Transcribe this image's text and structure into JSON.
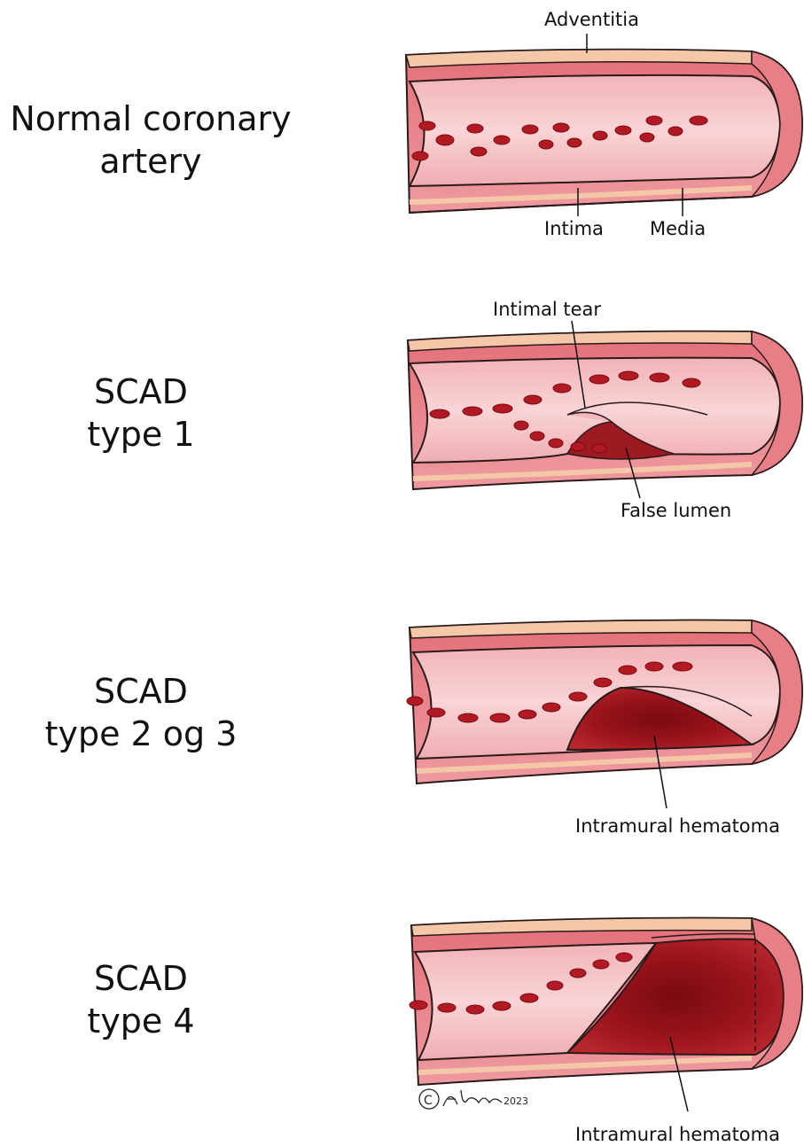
{
  "rows": [
    {
      "title_line1": "Normal coronary",
      "title_line2": "artery",
      "labels": {
        "top": "Adventitia",
        "bottom_left": "Intima",
        "bottom_right": "Media"
      }
    },
    {
      "title_line1": "SCAD",
      "title_line2": "type 1",
      "labels": {
        "top": "Intimal tear",
        "bottom": "False lumen"
      }
    },
    {
      "title_line1": "SCAD",
      "title_line2": "type 2 og 3",
      "labels": {
        "bottom": "Intramural hematoma"
      }
    },
    {
      "title_line1": "SCAD",
      "title_line2": "type 4",
      "labels": {
        "bottom": "Intramural hematoma"
      }
    }
  ],
  "signature": "©Aippho 2023",
  "colors": {
    "wall": "#e77f86",
    "lumen": "#f6c6c9",
    "blood": "#b11a22",
    "hematoma": "#8e1118",
    "outline": "#2b1a1a"
  }
}
